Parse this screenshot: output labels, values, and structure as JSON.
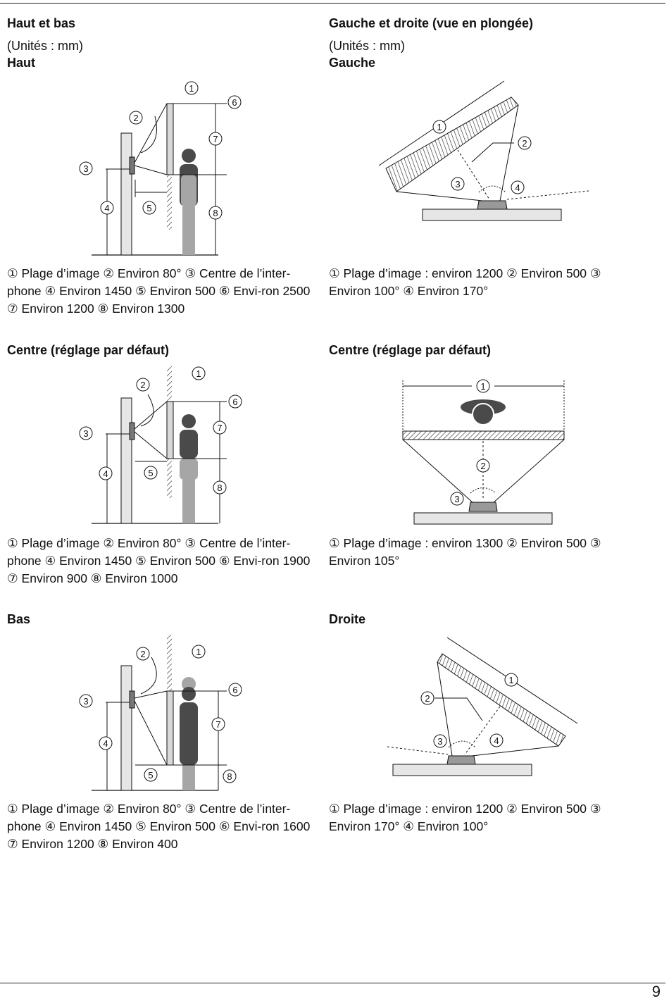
{
  "sections": {
    "top_left": {
      "heading": "Haut et bas",
      "units": "(Unités : mm)",
      "subheading": "Haut",
      "caption": "① Plage d’image ② Environ 80° ③ Centre de l’inter-phone ④ Environ  1450 ⑤  Environ 500 ⑥ Envi-ron 2500 ⑦ Environ 1200 ⑧ Environ 1300"
    },
    "top_right": {
      "heading": "Gauche et droite (vue en plongée)",
      "units": "(Unités : mm)",
      "subheading": "Gauche",
      "caption": "① Plage d’image : environ 1200 ② Environ 500 ③ Environ 100° ④ Environ  170°"
    },
    "middle_left": {
      "heading": "Centre (réglage par défaut)",
      "caption": "① Plage d’image ② Environ 80° ③ Centre de l’inter-phone ④ Environ  1450 ⑤  Environ 500 ⑥ Envi-ron 1900 ⑦ Environ 900 ⑧ Environ 1000"
    },
    "middle_right": {
      "heading": "Centre (réglage par défaut)",
      "caption": "① Plage d’image : environ 1300 ② Environ 500 ③ Environ 105°"
    },
    "bottom_left": {
      "heading": "Bas",
      "caption": "① Plage d’image ② Environ 80° ③ Centre de l’inter-phone ④ Environ  1450 ⑤  Environ 500 ⑥ Envi-ron 1600 ⑦ Environ 1200 ⑧ Environ 400"
    },
    "bottom_right": {
      "heading": "Droite",
      "caption": "① Plage d’image : environ 1200 ② Environ 500 ③ Environ 170° ④ Environ  100°"
    }
  },
  "callouts": [
    "1",
    "2",
    "3",
    "4",
    "5",
    "6",
    "7",
    "8"
  ],
  "page_number": "9",
  "colors": {
    "person_dark": "#4a4a4a",
    "person_light": "#a6a6a6",
    "line": "#111111"
  }
}
